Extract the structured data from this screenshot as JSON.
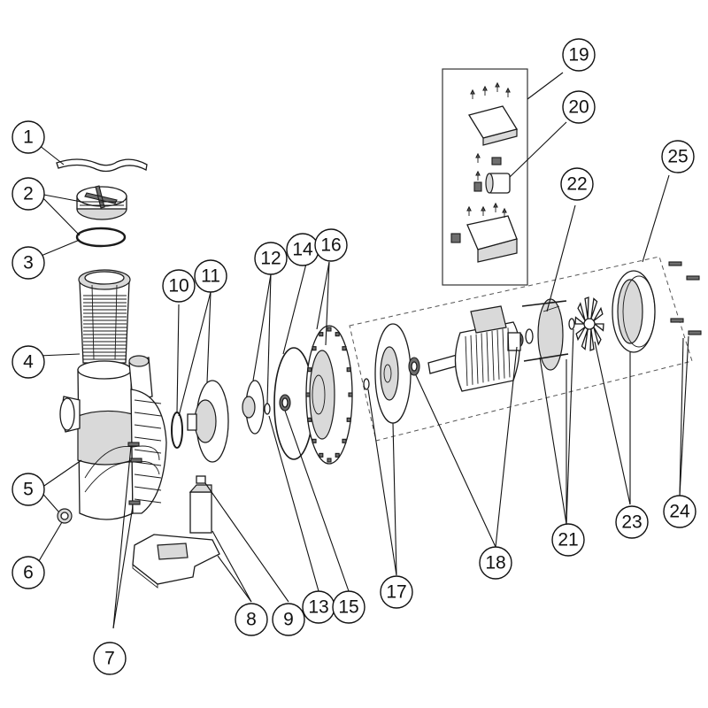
{
  "diagram": {
    "callouts": [
      "1",
      "2",
      "3",
      "4",
      "5",
      "6",
      "7",
      "8",
      "9",
      "10",
      "11",
      "12",
      "13",
      "14",
      "15",
      "16",
      "17",
      "18",
      "19",
      "20",
      "21",
      "22",
      "23",
      "24",
      "25"
    ]
  }
}
